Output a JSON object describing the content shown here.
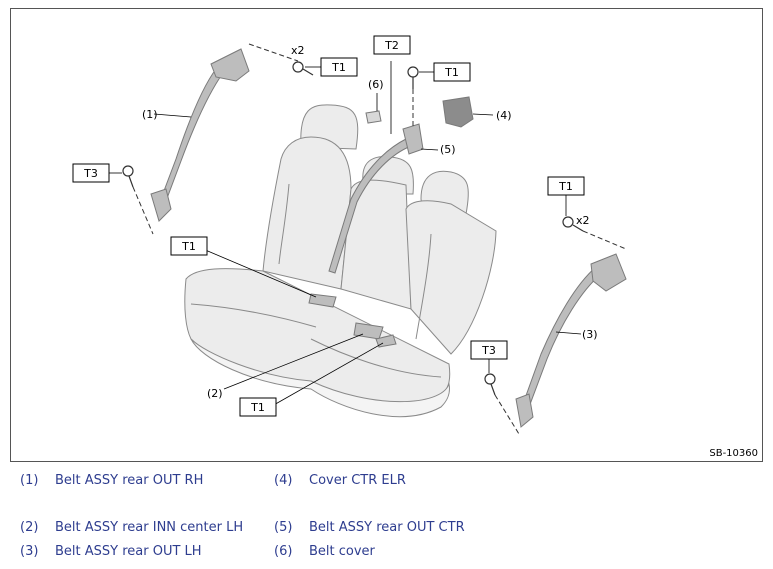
{
  "figure_id": "SB-10360",
  "callouts": {
    "n1": "(1)",
    "n2": "(2)",
    "n3": "(3)",
    "n4": "(4)",
    "n5": "(5)",
    "n6": "(6)",
    "x2": "x2",
    "t1": "T1",
    "t2": "T2",
    "t3": "T3"
  },
  "legend": [
    {
      "left_num": "(1)",
      "left_label": "Belt ASSY rear OUT RH",
      "right_num": "(4)",
      "right_label": "Cover CTR ELR"
    },
    {
      "left_num": "(2)",
      "left_label": "Belt ASSY rear INN center LH",
      "right_num": "(5)",
      "right_label": "Belt ASSY rear OUT CTR"
    },
    {
      "left_num": "(3)",
      "left_label": "Belt ASSY rear OUT LH",
      "right_num": "(6)",
      "right_label": "Belt cover"
    }
  ],
  "colors": {
    "legend_text": "#2e3d8f",
    "seat_fill": "#ececec",
    "belt_fill": "#bdbdbd"
  }
}
